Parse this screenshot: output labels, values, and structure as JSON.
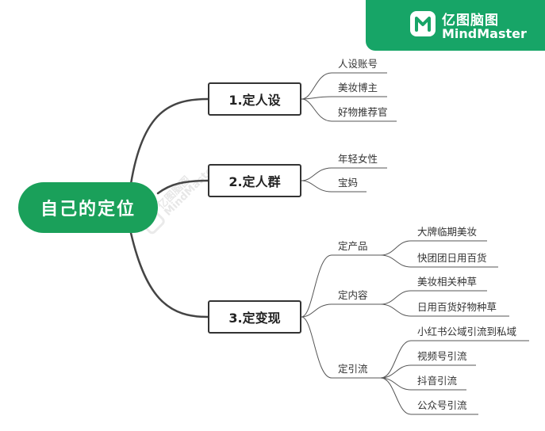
{
  "brand": {
    "name_cn": "亿图脑图",
    "name_en": "MindMaster",
    "color": "#17a567"
  },
  "watermark": {
    "name_cn": "亿图脑图",
    "name_en": "MindMaster"
  },
  "central_topic": "自己的定位",
  "branches": [
    {
      "label": "1.定人设",
      "children": [
        {
          "label": "人设账号"
        },
        {
          "label": "美妆博主"
        },
        {
          "label": "好物推荐官"
        }
      ]
    },
    {
      "label": "2.定人群",
      "children": [
        {
          "label": "年轻女性"
        },
        {
          "label": "宝妈"
        }
      ]
    },
    {
      "label": "3.定变现",
      "children": [
        {
          "label": "定产品",
          "children": [
            "大牌临期美妆",
            "快团团日用百货"
          ]
        },
        {
          "label": "定内容",
          "children": [
            "美妆相关种草",
            "日用百货好物种草"
          ]
        },
        {
          "label": "定引流",
          "children": [
            "小红书公域引流到私域",
            "视频号引流",
            "抖音引流",
            "公众号引流"
          ]
        }
      ]
    }
  ],
  "colors": {
    "central_fill": "#1aa05a",
    "connector": "#444444",
    "leaf_underline": "#666666"
  }
}
